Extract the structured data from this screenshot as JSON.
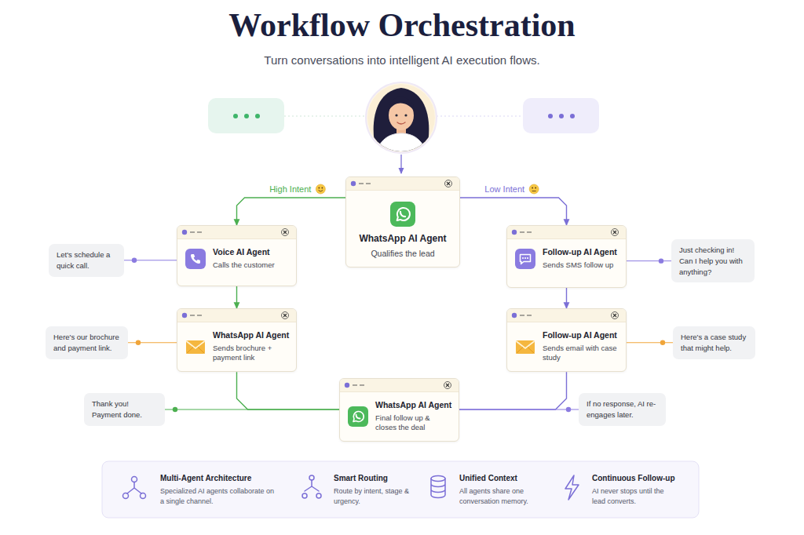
{
  "diagram": {
    "title": "Workflow Orchestration",
    "caption": "Turn conversations into intelligent AI execution flows.",
    "nodes": [
      {
        "text": [
          "WhatsApp AI Agent",
          "Qualifies the lead"
        ]
      },
      {
        "text": [
          "Let's schedule a quick call."
        ]
      },
      {
        "text": [
          "Voice AI Agent",
          "Calls the customer"
        ]
      },
      {
        "text": [
          "Follow-up AI Agent",
          "Sends SMS follow up"
        ]
      },
      {
        "text": [
          "Just checking in! Can I help you with anything?"
        ]
      },
      {
        "text": [
          "Here's our brochure and payment link."
        ]
      },
      {
        "text": [
          "WhatsApp AI Agent",
          "Sends brochure + payment link"
        ]
      },
      {
        "text": [
          "Follow-up AI Agent",
          "Sends email with case study"
        ]
      },
      {
        "text": [
          "Here's a case study that might help."
        ]
      },
      {
        "text": [
          "Thank you! Payment done."
        ]
      },
      {
        "text": [
          "WhatsApp AI Agent",
          "Final follow up & closes the deal"
        ]
      },
      {
        "text": [
          "If no response, AI re-engages later."
        ]
      }
    ],
    "edges": [
      {
        "from": 0,
        "to": 2,
        "label": "High Intent",
        "arrow": "to"
      },
      {
        "from": 0,
        "to": 3,
        "label": "Low Intent",
        "arrow": "to"
      },
      {
        "from": 2,
        "to": 6,
        "arrow": "to"
      },
      {
        "from": 3,
        "to": 7,
        "arrow": "to"
      },
      {
        "from": 6,
        "to": 10,
        "arrow": "none"
      },
      {
        "from": 7,
        "to": 10,
        "arrow": "none"
      },
      {
        "from": 1,
        "to": 2,
        "arrow": "none"
      },
      {
        "from": 5,
        "to": 6,
        "arrow": "none"
      },
      {
        "from": 9,
        "to": 10,
        "arrow": "none"
      },
      {
        "from": 4,
        "to": 3,
        "arrow": "none"
      },
      {
        "from": 8,
        "to": 7,
        "arrow": "none"
      },
      {
        "from": 11,
        "to": 10,
        "arrow": "none"
      }
    ],
    "labels": [
      "Multi-Agent Architecture",
      "Specialized AI agents collaborate on a single channel.",
      "Smart Routing",
      "Route by intent, stage & urgency.",
      "Unified Context",
      "All agents share one conversation memory.",
      "Continuous Follow-up",
      "AI never stops until the lead converts."
    ]
  }
}
